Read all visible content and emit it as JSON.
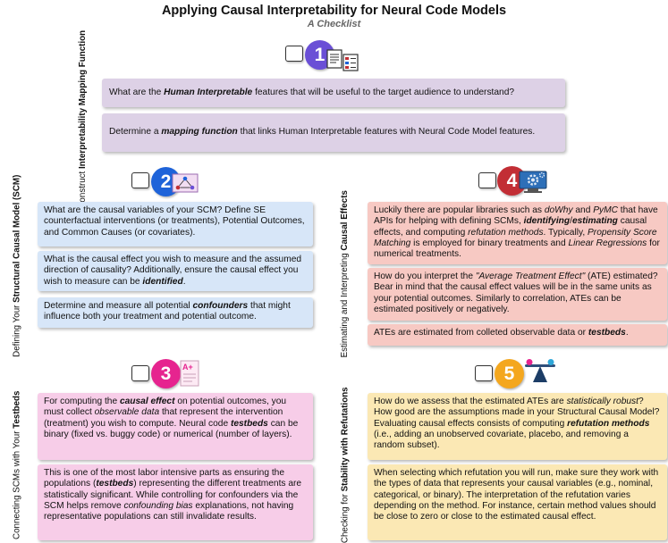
{
  "header": {
    "title": "Applying Causal Interpretability for Neural Code Models",
    "subtitle": "A Checklist"
  },
  "colors": {
    "step1": "#6a4fd6",
    "step2": "#1e63d9",
    "step3": "#e6248f",
    "step4": "#c22e35",
    "step5": "#f4a71e"
  },
  "steps": [
    {
      "number": "1",
      "icon": "documents-icon",
      "label": {
        "pre": "Construct ",
        "bold": "Interpretability Mapping Function",
        "post": ""
      },
      "cards": [
        {
          "segments": [
            {
              "t": "What are the "
            },
            {
              "t": "Human Interpretable",
              "s": "bi"
            },
            {
              "t": " features that will be useful to the target audience to understand?"
            }
          ]
        },
        {
          "segments": [
            {
              "t": "Determine a "
            },
            {
              "t": "mapping function",
              "s": "bi"
            },
            {
              "t": " that links Human Interpretable features with Neural Code Model features."
            }
          ]
        }
      ]
    },
    {
      "number": "2",
      "icon": "causal-graph-icon",
      "label": {
        "pre": "Defining Your ",
        "bold": "Structural Causal Model (SCM)",
        "post": ""
      },
      "cards": [
        {
          "segments": [
            {
              "t": "What are the causal variables of your SCM? Define SE counterfactual interventions (or treatments), Potential Outcomes, and Common Causes (or covariates)."
            }
          ]
        },
        {
          "segments": [
            {
              "t": "What is the causal effect you wish to measure and the assumed direction of causality? Additionally, ensure the causal effect you wish to measure can be "
            },
            {
              "t": "identified",
              "s": "bi"
            },
            {
              "t": "."
            }
          ]
        },
        {
          "segments": [
            {
              "t": "Determine and measure all potential "
            },
            {
              "t": "confounders",
              "s": "bi"
            },
            {
              "t": " that might influence both your treatment and potential outcome."
            }
          ]
        }
      ]
    },
    {
      "number": "3",
      "icon": "graded-paper-icon",
      "label": {
        "pre": "Connecting SCMs with Your ",
        "bold": "Testbeds",
        "post": ""
      },
      "cards": [
        {
          "segments": [
            {
              "t": "For computing the "
            },
            {
              "t": "causal effect",
              "s": "bi"
            },
            {
              "t": " on potential outcomes, you must collect "
            },
            {
              "t": "observable data",
              "s": "i"
            },
            {
              "t": " that represent the intervention (treatment) you wish to compute. Neural code "
            },
            {
              "t": "testbeds",
              "s": "bi"
            },
            {
              "t": " can be binary (fixed vs. buggy code) or numerical (number of layers)."
            }
          ]
        },
        {
          "segments": [
            {
              "t": "This is one of the most labor intensive parts as ensuring the populations ("
            },
            {
              "t": "testbeds",
              "s": "bi"
            },
            {
              "t": ") representing the different treatments are statistically significant. While controlling for confounders via the SCM helps remove "
            },
            {
              "t": "confounding bias",
              "s": "i"
            },
            {
              "t": " explanations, not having representative populations can still invalidate results."
            }
          ]
        }
      ]
    },
    {
      "number": "4",
      "icon": "computer-gear-icon",
      "label": {
        "pre": "Estimating and Interpreting ",
        "bold": "Causal Effects",
        "post": ""
      },
      "cards": [
        {
          "segments": [
            {
              "t": "Luckily there are popular libraries such as "
            },
            {
              "t": "doWhy",
              "s": "i"
            },
            {
              "t": " and "
            },
            {
              "t": "PyMC",
              "s": "i"
            },
            {
              "t": " that have APIs for helping with defining SCMs, "
            },
            {
              "t": "identifying",
              "s": "bi"
            },
            {
              "t": "/"
            },
            {
              "t": "estimating",
              "s": "bi"
            },
            {
              "t": " causal effects, and computing "
            },
            {
              "t": "refutation methods",
              "s": "i"
            },
            {
              "t": ". Typically, "
            },
            {
              "t": "Propensity Score Matching",
              "s": "i"
            },
            {
              "t": " is employed for binary treatments and "
            },
            {
              "t": "Linear Regressions",
              "s": "i"
            },
            {
              "t": " for numerical treatments."
            }
          ]
        },
        {
          "segments": [
            {
              "t": "How do you interpret the "
            },
            {
              "t": "\"Average Treatment Effect\"",
              "s": "i"
            },
            {
              "t": " (ATE) estimated? Bear in mind that the causal effect values will be in the same units as your potential outcomes. Similarly to correlation, ATEs can be estimated positively or negatively."
            }
          ]
        },
        {
          "segments": [
            {
              "t": "ATEs are estimated from colleted observable data or "
            },
            {
              "t": "testbeds",
              "s": "bi"
            },
            {
              "t": "."
            }
          ]
        }
      ]
    },
    {
      "number": "5",
      "icon": "balance-scale-icon",
      "label": {
        "pre": "Checking for ",
        "bold": "Stability with Refutations",
        "post": ""
      },
      "cards": [
        {
          "segments": [
            {
              "t": "How do we assess that the estimated ATEs are "
            },
            {
              "t": "statistically robust",
              "s": "i"
            },
            {
              "t": "? How good are the assumptions made in your Structural Causal Model? Evaluating causal effects consists of computing "
            },
            {
              "t": "refutation methods",
              "s": "bi"
            },
            {
              "t": " (i.e., adding an unobserved covariate, placebo, and removing a random subset)."
            }
          ]
        },
        {
          "segments": [
            {
              "t": "When selecting which refutation you will run, make sure they work with the types of data that represents your causal variables (e.g., nominal, categorical, or binary). The interpretation of the refutation varies depending on the method. For instance, certain method values should be close to zero or close to the estimated causal effect."
            }
          ]
        }
      ]
    }
  ]
}
